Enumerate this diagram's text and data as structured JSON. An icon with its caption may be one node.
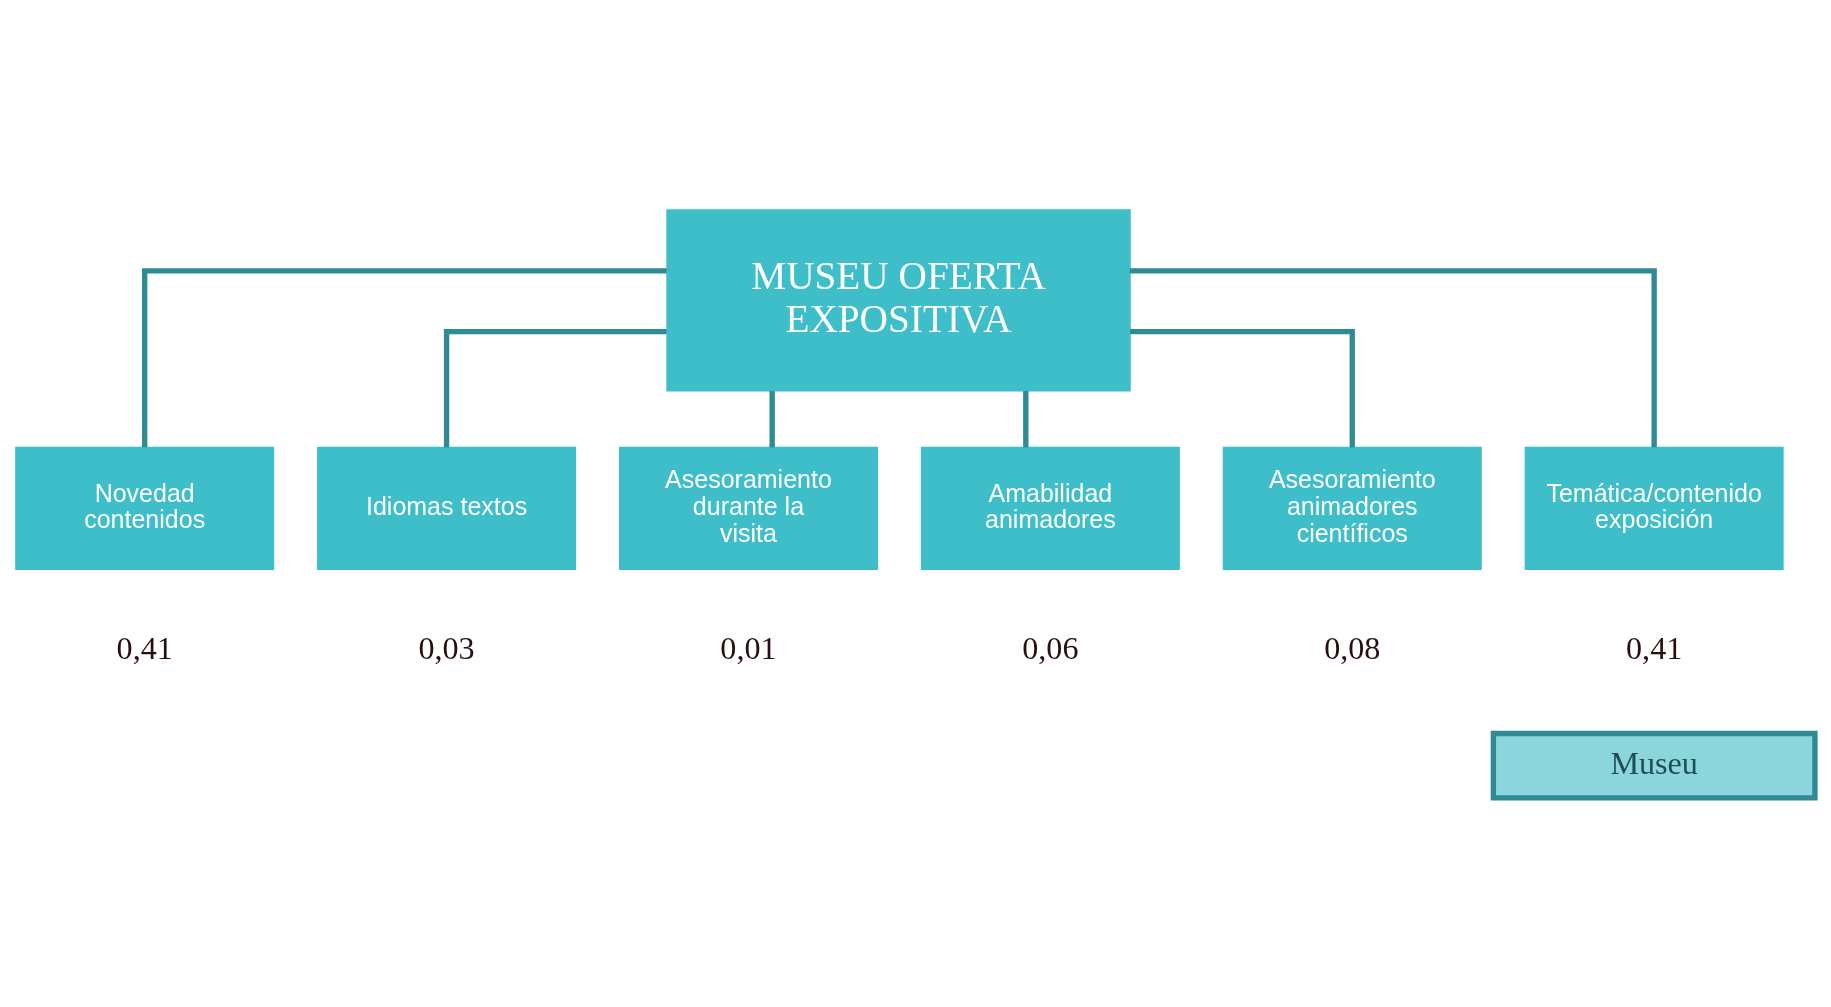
{
  "diagram": {
    "nodes": [
      {
        "text": [
          "MUSEU OFERTA EXPOSITIVA"
        ]
      },
      {
        "text": [
          "Novedad contenidos"
        ],
        "beside": [
          "0,41"
        ]
      },
      {
        "text": [
          "Idiomas textos"
        ],
        "beside": [
          "0,03"
        ]
      },
      {
        "text": [
          "Asesoramiento durante la visita"
        ],
        "beside": [
          "0,01"
        ]
      },
      {
        "text": [
          "Amabilidad animadores"
        ],
        "beside": [
          "0,06"
        ]
      },
      {
        "text": [
          "Asesoramiento animadores científicos"
        ],
        "beside": [
          "0,08"
        ]
      },
      {
        "text": [
          "Temática/contenido exposición"
        ],
        "beside": [
          "0,41"
        ]
      }
    ],
    "edges": [
      {
        "from": 0,
        "to": 1,
        "arrow": "none"
      },
      {
        "from": 0,
        "to": 2,
        "arrow": "none"
      },
      {
        "from": 0,
        "to": 3,
        "arrow": "none"
      },
      {
        "from": 0,
        "to": 4,
        "arrow": "none"
      },
      {
        "from": 0,
        "to": 5,
        "arrow": "none"
      },
      {
        "from": 0,
        "to": 6,
        "arrow": "none"
      }
    ],
    "labels": [
      "Museu"
    ]
  }
}
